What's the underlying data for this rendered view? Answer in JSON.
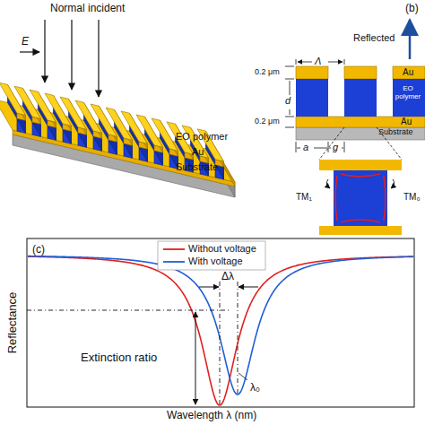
{
  "diagram": {
    "labels": [
      "Normal incident",
      "E",
      "EO polymer",
      "Au",
      "Substrate",
      "(b)",
      "Reflected",
      "Λ",
      "0.2 μm",
      "d",
      "0.2 μm",
      "Au",
      "EO polymer",
      "Au",
      "Substrate",
      "a",
      "g",
      "TM₁",
      "TM₀",
      "(c)",
      "Δλ",
      "Reflectance",
      "Extinction ratio",
      "λ₀",
      "Wavelength λ (nm)"
    ],
    "legend": [
      {
        "text": "Without voltage"
      },
      {
        "text": "With voltage"
      }
    ]
  }
}
